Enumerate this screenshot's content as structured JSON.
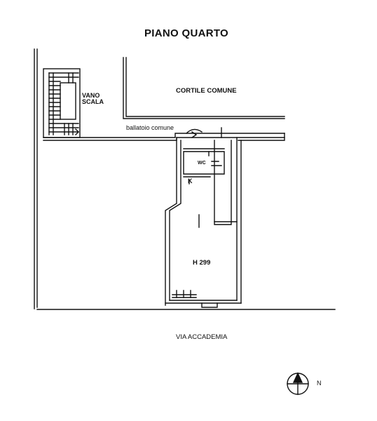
{
  "plan": {
    "title": "PIANO QUARTO",
    "labels": {
      "stair_line1": "VANO",
      "stair_line2": "SCALA",
      "courtyard": "CORTILE COMUNE",
      "balcony": "ballatoio comune",
      "wc": "WC",
      "kitchen": "K",
      "height": "H 299",
      "street": "VIA ACCADEMIA",
      "north": "N"
    },
    "icons": [
      "staircase-icon",
      "compass-icon",
      "door-swing-icon"
    ],
    "colors": {
      "line": "#111111",
      "background": "#ffffff"
    }
  }
}
